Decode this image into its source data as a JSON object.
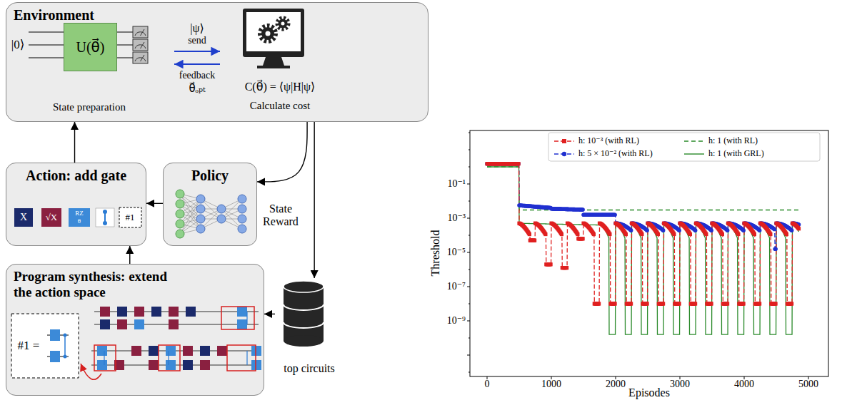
{
  "diagram": {
    "nodes": [
      {
        "text": [
          "Environment"
        ]
      },
      {
        "text": [
          "U(θ⃗)"
        ],
        "in": 0
      },
      {
        "text": [
          "Action: add gate"
        ]
      },
      {
        "text": [
          "Policy"
        ]
      },
      {
        "text": [
          "Program synthesis: extend the action space"
        ]
      },
      {
        "text": [
          "top circuits"
        ]
      }
    ],
    "edges": [
      {
        "from": 2,
        "to": 0,
        "arrow": "to"
      },
      {
        "from": 3,
        "to": 2,
        "arrow": "to"
      },
      {
        "from": 0,
        "to": 3,
        "label": "State Reward",
        "arrow": "to"
      },
      {
        "from": 0,
        "to": 5,
        "arrow": "to"
      },
      {
        "from": 5,
        "to": 4,
        "arrow": "to"
      },
      {
        "from": 4,
        "to": 2,
        "arrow": "to"
      }
    ],
    "labels": [
      "|0⟩",
      "State preparation",
      "|ψ⟩",
      "send",
      "feedback",
      "θ⃗ₒₚₜ",
      "C(θ⃗) = ⟨ψ|H|ψ⟩",
      "Calculate cost",
      "X",
      "√X",
      "RZ",
      "θ",
      "#1",
      "#1 =",
      "Threshold",
      "Episodes",
      "0",
      "1000",
      "2000",
      "3000",
      "4000",
      "5000",
      "10⁻¹",
      "10⁻³",
      "10⁻⁵",
      "10⁻⁷",
      "10⁻⁹"
    ],
    "legend": [
      {
        "text": "h: 10⁻³ (with RL)"
      },
      {
        "text": "h: 5 × 10⁻² (with RL)"
      },
      {
        "text": "h: 1 (with RL)"
      },
      {
        "text": "h: 1 (with GRL)"
      }
    ]
  }
}
